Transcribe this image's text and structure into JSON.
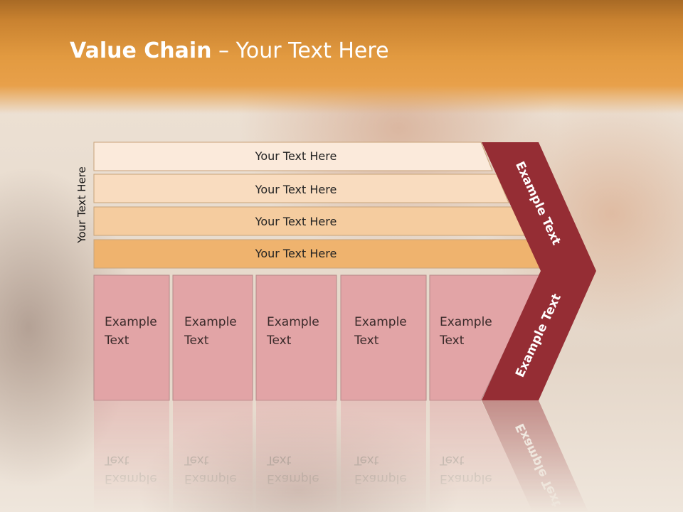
{
  "title": {
    "bold": "Value Chain",
    "rest": " – Your Text Here"
  },
  "side_label": "Your Text Here",
  "bars": [
    {
      "label": "Your Text Here",
      "color": "#fbeadb"
    },
    {
      "label": "Your Text Here",
      "color": "#f9dcbf"
    },
    {
      "label": "Your Text Here",
      "color": "#f5cc9f"
    },
    {
      "label": "Your Text Here",
      "color": "#efb36e"
    }
  ],
  "boxes": [
    {
      "line1": "Example",
      "line2": "Text"
    },
    {
      "line1": "Example",
      "line2": "Text"
    },
    {
      "line1": "Example",
      "line2": "Text"
    },
    {
      "line1": "Example",
      "line2": "Text"
    },
    {
      "line1": "Example",
      "line2": "Text"
    }
  ],
  "box_color": "#e2a4a6",
  "chevron": {
    "upper_label": "Example Text",
    "lower_label": "Example Text",
    "color": "#952d34"
  }
}
